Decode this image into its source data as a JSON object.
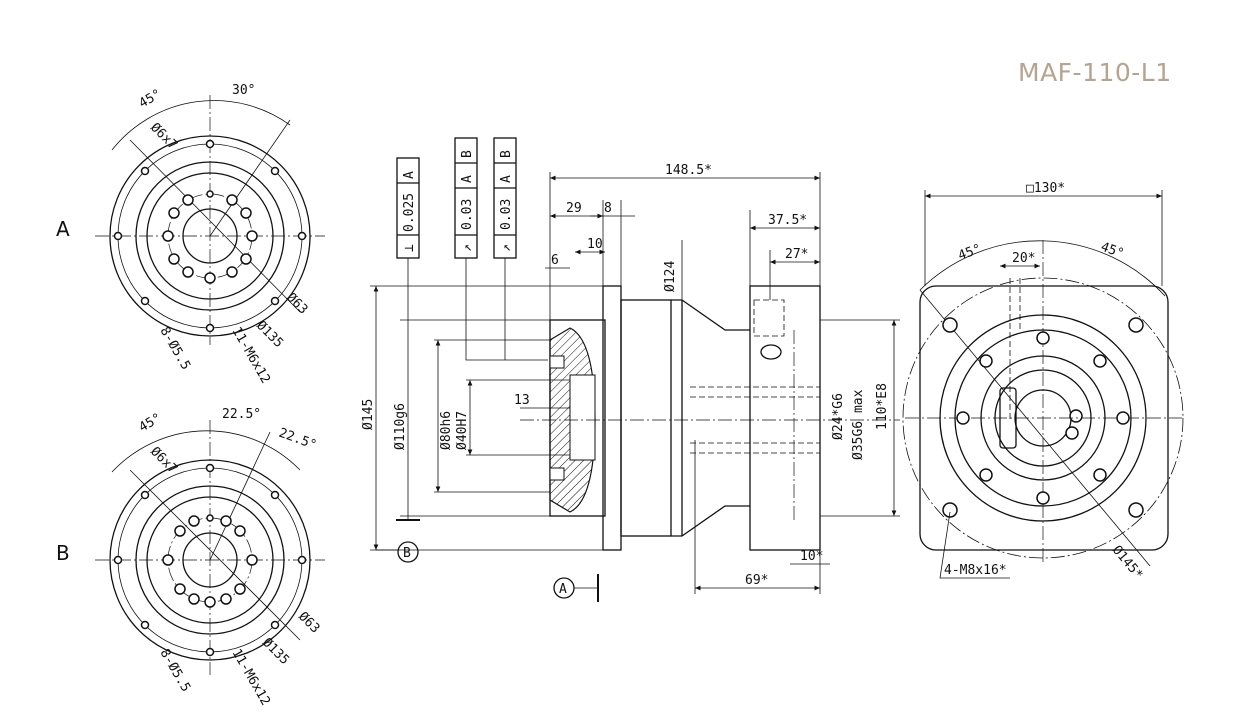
{
  "model_code": "MAF-110-L1",
  "views": {
    "a": {
      "label": "A",
      "dims": {
        "ang1": "45°",
        "ang2": "30°",
        "hole": "Ø6x7",
        "pcd": "Ø63",
        "od": "Ø135",
        "tap": "11-M6x12",
        "bolt": "8-Ø5.5"
      }
    },
    "b": {
      "label": "B",
      "dims": {
        "ang1": "45°",
        "ang2": "22.5°",
        "ang3": "22.5°",
        "hole": "Ø6x7",
        "pcd": "Ø63",
        "od": "Ø135",
        "tap": "11-M6x12",
        "bolt": "8-Ø5.5"
      }
    },
    "side": {
      "tolerances": [
        {
          "symbol": "⊥",
          "value": "0.025",
          "datum1": "A",
          "datum2": ""
        },
        {
          "symbol": "↗",
          "value": "0.03",
          "datum1": "A",
          "datum2": "B"
        },
        {
          "symbol": "↗",
          "value": "0.03",
          "datum1": "A",
          "datum2": "B"
        }
      ],
      "dims": {
        "total": "148.5*",
        "d29": "29",
        "d8": "8",
        "d10": "10",
        "d6": "6",
        "d37": "37.5*",
        "d27": "27*",
        "d124": "Ø124",
        "d13": "13",
        "d145": "Ø145",
        "d110g6": "Ø110g6",
        "d80h6": "Ø80h6",
        "d40h7": "Ø40H7",
        "d24": "Ø24*G6",
        "d35": "Ø35G6 max",
        "d110e8": "110*E8",
        "d69": "69*",
        "d10s": "10*"
      },
      "datums": {
        "a": "A",
        "b": "B"
      }
    },
    "front": {
      "dims": {
        "square": "□130*",
        "ang1": "45°",
        "ang2": "45°",
        "d20": "20*",
        "tap": "4-M8x16*",
        "pcd": "Ø145*"
      }
    }
  }
}
